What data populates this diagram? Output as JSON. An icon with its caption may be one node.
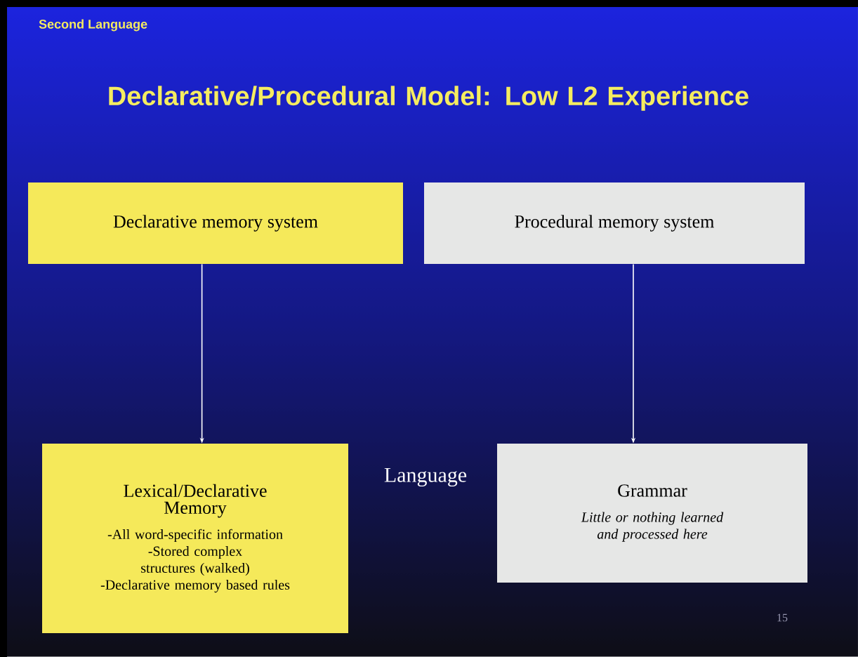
{
  "diagram": {
    "title": "Declarative/Procedural Model: Low L2 Experience",
    "nodes": [
      {
        "text": [
          "Declarative memory system"
        ]
      },
      {
        "text": [
          "Procedural memory system"
        ]
      },
      {
        "text": [
          "Lexical/Declarative Memory",
          "-All word-specific information",
          "-Stored complex structures (walked)",
          "-Declarative memory based rules"
        ]
      },
      {
        "text": [
          "Grammar",
          "*Little or nothing learned and processed here*"
        ]
      }
    ],
    "edges": [
      {
        "from": 0,
        "to": 2,
        "arrow": "to"
      },
      {
        "from": 1,
        "to": 3,
        "arrow": "to"
      }
    ],
    "labels": [
      "Second Language",
      "Language",
      "15"
    ]
  }
}
